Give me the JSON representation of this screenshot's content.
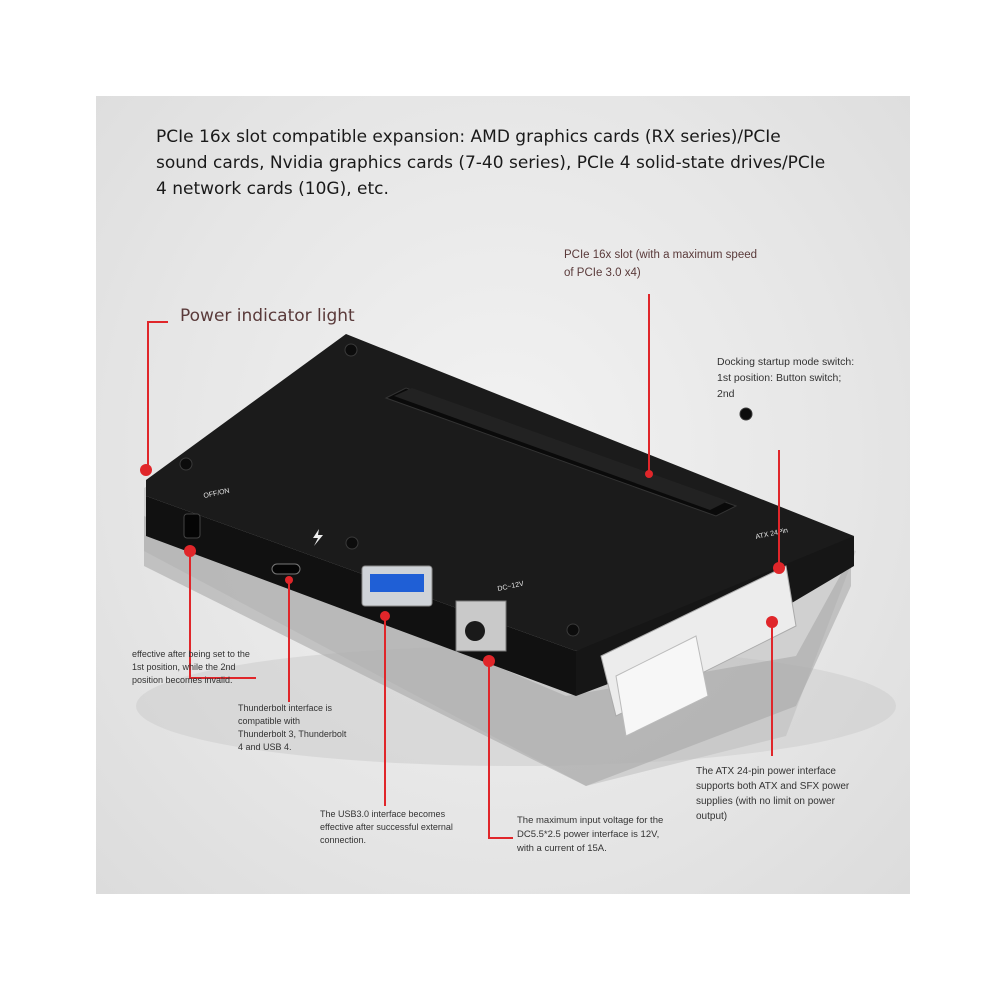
{
  "headline": "PCIe 16x slot compatible expansion: AMD graphics cards (RX series)/PCIe sound cards, Nvidia graphics cards (7-40 series), PCIe 4 solid-state drives/PCIe 4 network cards (10G), etc.",
  "callouts": {
    "pcie_slot": "PCIe 16x slot (with a maximum speed of PCIe 3.0 x4)",
    "power_indicator": "Power indicator light",
    "docking_mode": "Docking startup mode switch: 1st position: Button switch; 2nd",
    "switch_note": "effective after being set to the 1st position, while the 2nd position becomes invalid.",
    "thunderbolt": "Thunderbolt interface is compatible with Thunderbolt 3, Thunderbolt 4 and USB 4.",
    "usb3": "The USB3.0 interface becomes effective after successful external connection.",
    "dc_input": "The maximum input voltage for the DC5.5*2.5 power interface is 12V, with a current of 15A.",
    "atx": "The ATX 24-pin power interface supports both ATX and SFX power supplies (with no limit on power output)"
  },
  "device_labels": {
    "off_on": "OFF/ON",
    "dc": "DC~12V",
    "atx": "ATX 24Pin"
  },
  "colors": {
    "callout_line": "#e0262a",
    "body": "#141414",
    "label_text": "#5a3a3a"
  }
}
